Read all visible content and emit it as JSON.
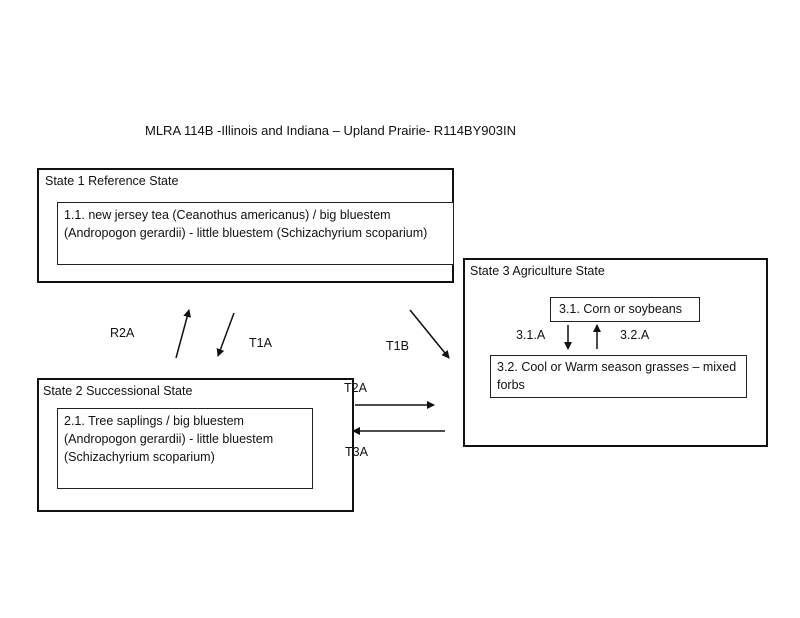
{
  "title": "MLRA 114B -Illinois and Indiana – Upland Prairie- R114BY903IN",
  "states": [
    {
      "label": "State 1 Reference State",
      "communities": [
        "1.1. new jersey tea (Ceanothus americanus) / big bluestem (Andropogon gerardii) - little bluestem (Schizachyrium scoparium)"
      ]
    },
    {
      "label": "State 2 Successional State",
      "communities": [
        "2.1. Tree saplings / big bluestem (Andropogon gerardii) - little bluestem (Schizachyrium scoparium)"
      ]
    },
    {
      "label": "State 3  Agriculture State",
      "communities": [
        "3.1. Corn or soybeans",
        "3.2. Cool  or Warm season grasses – mixed forbs"
      ]
    }
  ],
  "transitions": {
    "r2a": "R2A",
    "t1a": "T1A",
    "t1b": "T1B",
    "t2a": "T2A",
    "t3a": "T3A",
    "p31a": "3.1.A",
    "p32a": "3.2.A"
  }
}
